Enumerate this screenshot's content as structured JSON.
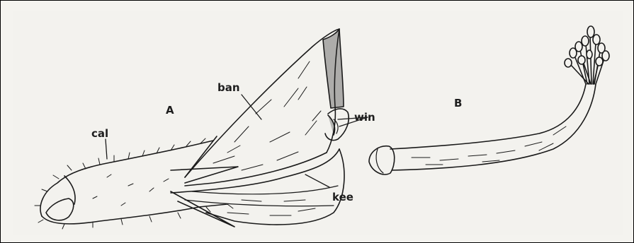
{
  "figure": {
    "panels": [
      {
        "letter": "A"
      },
      {
        "letter": "B"
      }
    ],
    "labels": {
      "calyx": "cal",
      "banner": "ban",
      "wing": "win",
      "keel": "kee"
    }
  }
}
